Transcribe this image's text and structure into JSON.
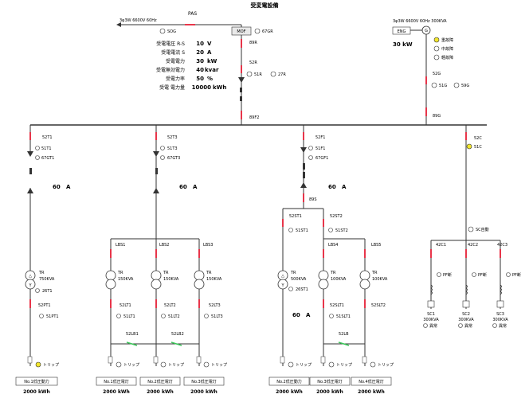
{
  "title": "受変電設備",
  "pas": {
    "label": "PAS",
    "feed": "3φ3W 6600V 60Hz",
    "sog": "SOG",
    "mof": "MOF",
    "gr67": "67GR",
    "r89": "89R",
    "r52": "52R",
    "r51": "51R",
    "r27": "27R",
    "f89": "89F2"
  },
  "metrics": [
    {
      "label": "受電電圧 R-S",
      "value": "10",
      "unit": "V"
    },
    {
      "label": "受電電流 S",
      "value": "20",
      "unit": "A"
    },
    {
      "label": "受電電力",
      "value": "30",
      "unit": "kW"
    },
    {
      "label": "受電無効電力",
      "value": "40",
      "unit": "kvar"
    },
    {
      "label": "受電力率",
      "value": "50",
      "unit": "%"
    },
    {
      "label": "受電 電力量",
      "value": "10000",
      "unit": "kWh"
    }
  ],
  "gen": {
    "spec": "3φ3W 6600V 60Hz 300KVA",
    "eng": "ENG",
    "modes": [
      "重故障",
      "中故障",
      "軽故障"
    ],
    "power": "30 kW",
    "g52": "52G",
    "g51": "51G",
    "g59": "59G",
    "g89": "89G"
  },
  "feeders": {
    "t1": {
      "cb": "52T1",
      "r51": "51T1",
      "r67": "67GT1",
      "current": "60",
      "unit": "A"
    },
    "t3": {
      "cb": "52T3",
      "r51": "51T3",
      "r67": "67GT3",
      "current": "60",
      "unit": "A"
    },
    "f1": {
      "cb": "52F1",
      "r51": "51F1",
      "r67": "67GF1",
      "current": "60",
      "unit": "A",
      "ds": "89S"
    },
    "c": {
      "cb": "52C",
      "r51": "51C"
    }
  },
  "power_tr": {
    "tr": "TR",
    "kva": "750KVA",
    "r26": "26T1",
    "cb": "52PT1",
    "r51": "51PT1"
  },
  "lbs": [
    "LBS1",
    "LBS2",
    "LBS3",
    "LBS4",
    "LBS5"
  ],
  "light_trs": [
    {
      "tr": "TR",
      "kva": "150KVA",
      "cb": "52LT1",
      "r51": "51LT1"
    },
    {
      "tr": "TR",
      "kva": "150KVA",
      "cb": "52LT2",
      "r51": "51LT2"
    },
    {
      "tr": "TR",
      "kva": "150KVA",
      "cb": "52LT3",
      "r51": "51LT3"
    }
  ],
  "lb_ties": [
    "52LB1",
    "52LB2",
    "52LB"
  ],
  "st": {
    "cb1": "52ST1",
    "r1": "51ST1",
    "cb2": "52ST2",
    "r2": "51ST2",
    "tr": "TR",
    "kva": "500KVA",
    "r26": "26ST1",
    "current": "60",
    "unit": "A"
  },
  "light_trs2": [
    {
      "tr": "TR",
      "kva": "100KVA",
      "cb": "52SLT1",
      "r51": "51SLT1"
    },
    {
      "tr": "TR",
      "kva": "100KVA",
      "cb": "52SLT2",
      "r51": ""
    }
  ],
  "sc": {
    "auto": "SC自動",
    "cbs": [
      "42C1",
      "42C2",
      "42C3"
    ],
    "pf": [
      "PF断",
      "PF断",
      "PF断"
    ],
    "units": [
      {
        "name": "SC1",
        "kva": "300KVA",
        "state": "異常"
      },
      {
        "name": "SC2",
        "kva": "300KVA",
        "state": "異常"
      },
      {
        "name": "SC3",
        "kva": "300KVA",
        "state": "異常"
      }
    ]
  },
  "trip": "トリップ",
  "loads": [
    {
      "name": "No.1低圧動力",
      "energy": "2000 kWh"
    },
    {
      "name": "No.1低圧電灯",
      "energy": "2000 kWh"
    },
    {
      "name": "No.2低圧電灯",
      "energy": "2000 kWh"
    },
    {
      "name": "No.3低圧電灯",
      "energy": "2000 kWh"
    },
    {
      "name": "No.2低圧動力",
      "energy": "2000 kWh"
    },
    {
      "name": "No.3低圧電灯",
      "energy": "2000 kWh"
    },
    {
      "name": "No.4低圧電灯",
      "energy": "2000 kWh"
    }
  ],
  "colors": {
    "line": "#333333",
    "red": "#e8354a",
    "yellow": "#f2e62d",
    "green": "#3cc65a",
    "mof": "#e9e9e9"
  }
}
